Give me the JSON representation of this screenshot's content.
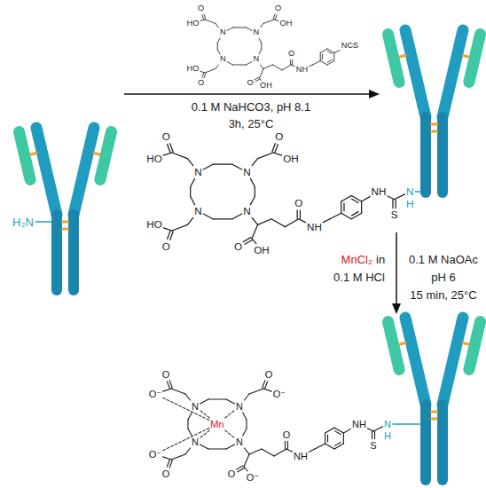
{
  "diagram": {
    "labels": [
      "0.1 M NaHCO3, pH 8.1",
      "3h, 25°C",
      "N",
      "N",
      "N",
      "N",
      "O",
      "HO",
      "O",
      "OH",
      "O",
      "HO",
      "O",
      "OH",
      "O",
      "NH",
      "NCS",
      "H₂N",
      "N",
      "N",
      "N",
      "N",
      "O",
      "HO",
      "O",
      "OH",
      "O",
      "HO",
      "O",
      "OH",
      "O",
      "NH",
      "NH",
      "S",
      "N",
      "H",
      "MnCl₂",
      "in",
      "0.1 M HCl",
      "0.1 M NaOAc",
      "pH 6",
      "15 min, 25°C",
      "N",
      "N",
      "N",
      "N",
      "O",
      "O⁻",
      "O",
      "O⁻",
      "O",
      "O⁻",
      "O",
      "O⁻",
      "O",
      "NH",
      "NH",
      "S",
      "N",
      "H",
      "Mn"
    ]
  }
}
